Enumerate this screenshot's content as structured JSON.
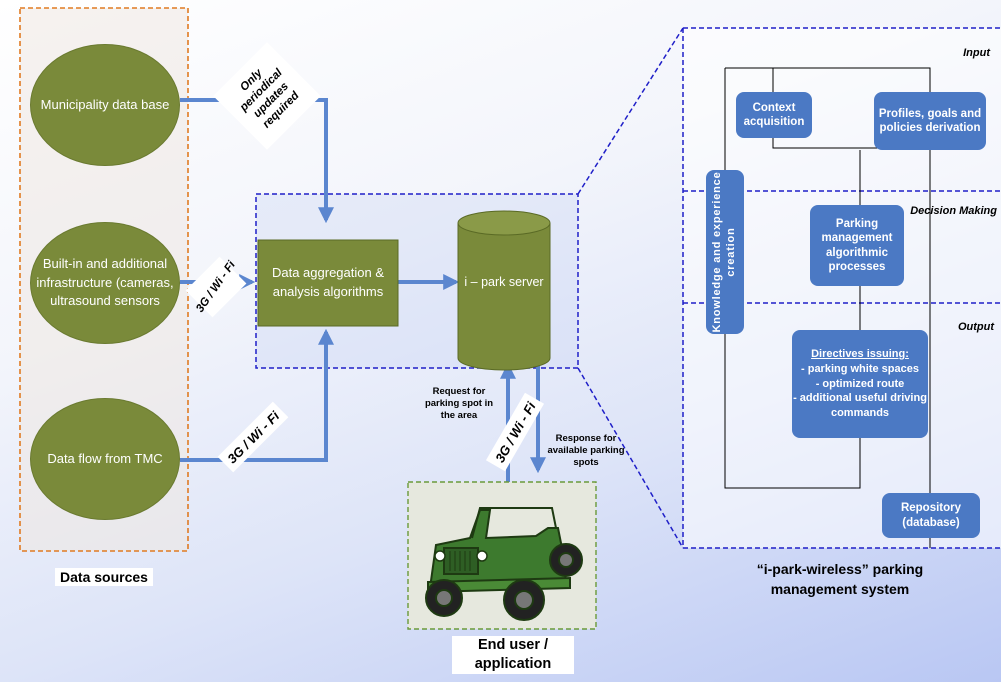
{
  "sources": {
    "municipality": "Municipality data base",
    "infrastructure": "Built-in and additional infrastructure (cameras, ultrasound sensors",
    "tmc": "Data flow from TMC",
    "caption": "Data sources"
  },
  "labels": {
    "periodic": "Only periodical updates required",
    "wifi_infra": "3G / Wi - Fi",
    "wifi_tmc": "3G / Wi - Fi",
    "wifi_user": "3G / Wi - Fi",
    "request": "Request for parking spot in the area",
    "response": "Response for available parking spots"
  },
  "center": {
    "aggregation": "Data aggregation & analysis algorithms",
    "server": "i – park server"
  },
  "end_user": "End user / application",
  "system": {
    "input": "Input",
    "decision": "Decision Making",
    "output": "Output",
    "context": "Context acquisition",
    "profiles": "Profiles, goals and policies derivation",
    "knowledge": "Knowledge and experience creation",
    "parking": "Parking management algorithmic processes",
    "directives_title": "Directives issuing:",
    "directives_1": "- parking white spaces",
    "directives_2": "- optimized route",
    "directives_3": "- additional useful driving commands",
    "repository": "Repository (database)",
    "caption": "“i-park-wireless” parking management system"
  },
  "colors": {
    "olive": "#7a8a3a",
    "box_blue": "#4b79c4",
    "arrow_blue": "#5b86cf",
    "dashed_blue": "#1f1fc8",
    "dashed_orange": "#e07b22"
  }
}
